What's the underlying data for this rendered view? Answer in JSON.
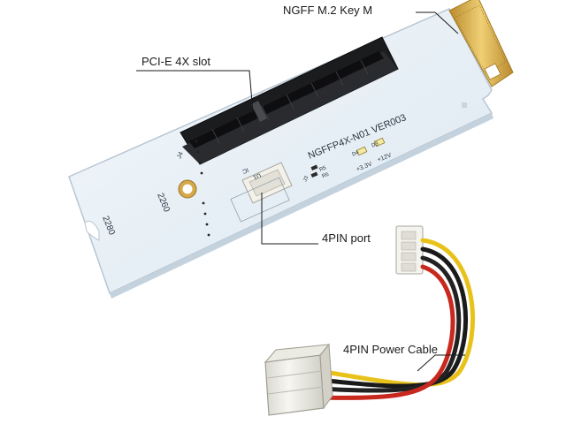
{
  "labels": {
    "ngff": "NGFF M.2 Key M",
    "pcie": "PCI-E 4X slot",
    "fourpin_port": "4PIN port",
    "power_cable": "4PIN Power Cable"
  },
  "board": {
    "model": "NGFFP4X-N01 VER003",
    "size_2260": "2260",
    "size_2280": "2280",
    "led_d4": "D4",
    "led_d3": "D3",
    "v33": "+3.3V",
    "v12": "+12V",
    "r5": "R5",
    "r6": "R6",
    "j4": "J4",
    "j3": "J3",
    "u1": "U1",
    "ic": "IC"
  },
  "colors": {
    "background": "#ffffff",
    "board": "#e8f0f7",
    "slot": "#1b1c1e",
    "gold": "#d6ad4f",
    "wire_yellow": "#e8c21a",
    "wire_red": "#c8281e",
    "wire_black": "#1a1a1a",
    "connector": "#f1f0ea"
  }
}
